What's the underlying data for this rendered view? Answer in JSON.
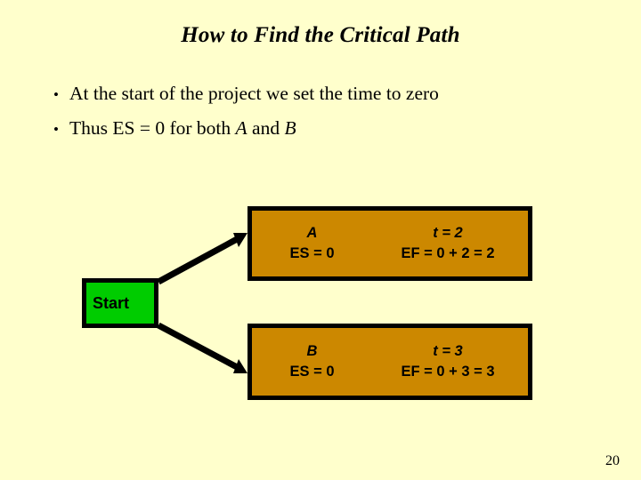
{
  "slide": {
    "title": "How to Find the Critical Path",
    "background_color": "#FFFFCC",
    "page_number": "20"
  },
  "bullets": [
    {
      "marker": "•",
      "text": "At the start of the project we set the time to zero"
    },
    {
      "marker": "•",
      "text_before": "Thus ES = 0 for both ",
      "italic_1": "A",
      "text_middle": " and ",
      "italic_2": "B"
    }
  ],
  "diagram": {
    "start_node": {
      "label": "Start",
      "fill_color": "#00CC00",
      "border_color": "#000000"
    },
    "tasks": [
      {
        "name": "A",
        "duration": "t = 2",
        "es": "ES = 0",
        "ef": "EF = 0 + 2 = 2",
        "fill_color": "#CC8800",
        "border_color": "#000000"
      },
      {
        "name": "B",
        "duration": "t = 3",
        "es": "ES = 0",
        "ef": "EF = 0 + 3 = 3",
        "fill_color": "#CC8800",
        "border_color": "#000000"
      }
    ],
    "connectors": [
      {
        "from": "start_node",
        "to": "A"
      },
      {
        "from": "start_node",
        "to": "B"
      }
    ]
  }
}
